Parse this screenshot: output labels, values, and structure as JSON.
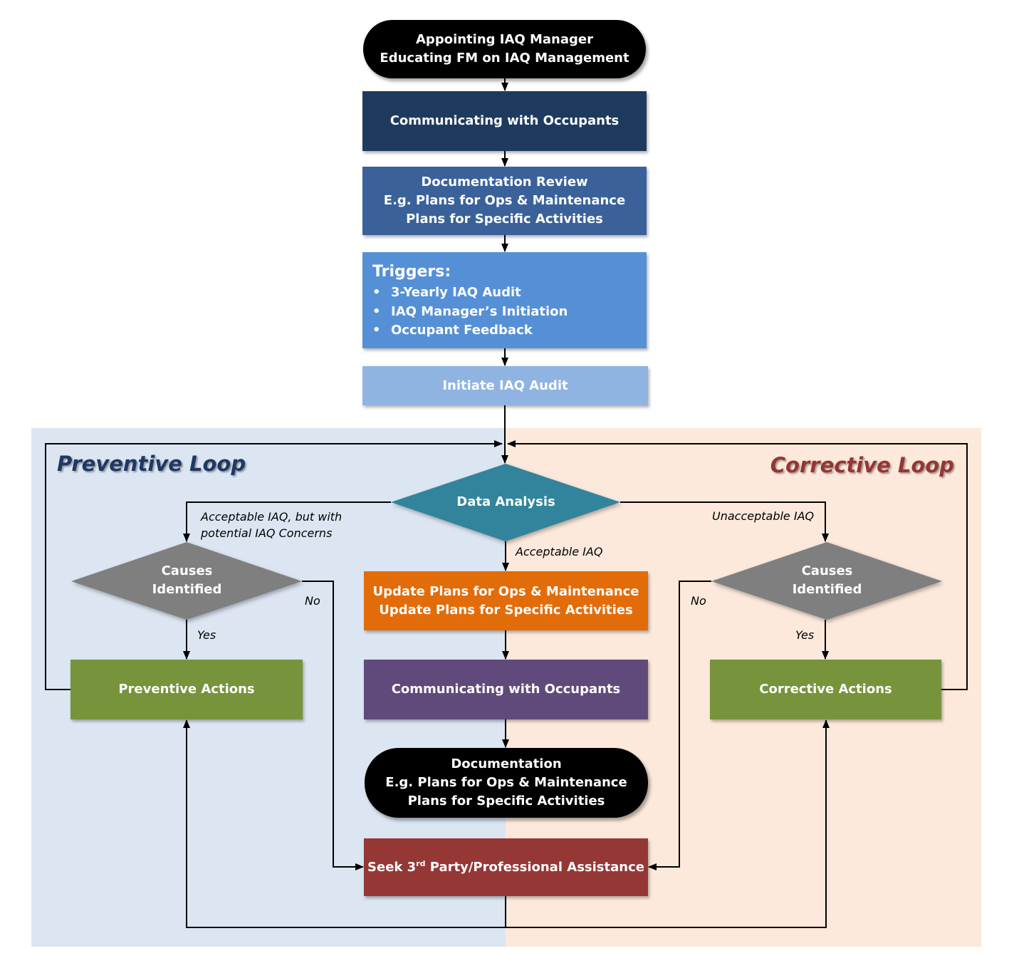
{
  "colors": {
    "preventive_bg": "#dce6f2",
    "corrective_bg": "#fce9db",
    "navy": "#1f3a5f",
    "steel_blue": "#3a619a",
    "mid_blue": "#5590d6",
    "light_blue": "#8fb4e2",
    "teal": "#31849b",
    "orange": "#e36c0a",
    "purple": "#604a7b",
    "dark_red": "#953735",
    "olive_green": "#77933c",
    "gray": "#7f7f7f",
    "preventive_title": "#1f3864",
    "corrective_title": "#943634"
  },
  "loops": {
    "preventive_title": "Preventive  Loop",
    "corrective_title": "Corrective  Loop"
  },
  "nodes": {
    "start": {
      "line1": "Appointing IAQ Manager",
      "line2": "Educating FM on IAQ Management"
    },
    "communicating_1": "Communicating with Occupants",
    "doc_review": {
      "line1": "Documentation Review",
      "line2": "E.g. Plans for Ops & Maintenance",
      "line3": "Plans for Specific Activities"
    },
    "triggers": {
      "title": "Triggers:",
      "bullet": "•",
      "items": [
        "3-Yearly IAQ Audit",
        "IAQ Manager’s Initiation",
        "Occupant Feedback"
      ]
    },
    "initiate_audit": "Initiate IAQ Audit",
    "data_analysis": "Data Analysis",
    "causes_left": {
      "line1": "Causes",
      "line2": "Identified"
    },
    "causes_right": {
      "line1": "Causes",
      "line2": "Identified"
    },
    "update_plans": {
      "line1": "Update Plans for Ops & Maintenance",
      "line2": "Update Plans for Specific Activities"
    },
    "communicating_2": "Communicating with Occupants",
    "documentation": {
      "line1": "Documentation",
      "line2": "E.g. Plans for Ops & Maintenance",
      "line3": "Plans for Specific Activities"
    },
    "seek_assistance": {
      "pre": "Seek 3",
      "sup": "rd",
      "post": " Party/Professional Assistance"
    },
    "preventive_actions": "Preventive Actions",
    "corrective_actions": "Corrective Actions"
  },
  "edge_labels": {
    "acceptable_concerns_1": "Acceptable IAQ, but with",
    "acceptable_concerns_2": "potential IAQ Concerns",
    "unacceptable": "Unacceptable IAQ",
    "acceptable": "Acceptable IAQ",
    "no_left": "No",
    "yes_left": "Yes",
    "no_right": "No",
    "yes_right": "Yes"
  }
}
